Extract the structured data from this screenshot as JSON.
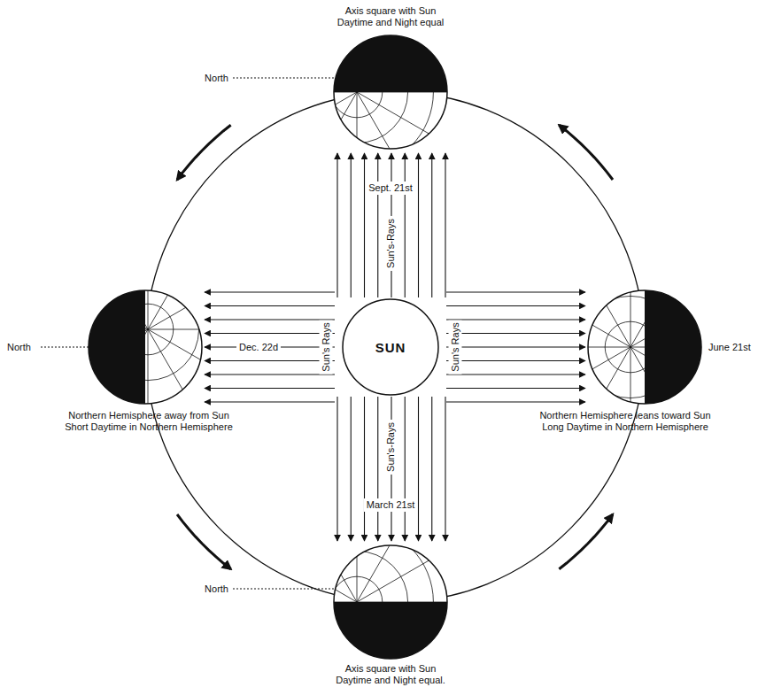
{
  "diagram": {
    "nodes": [
      {
        "text": [
          "SUN"
        ]
      }
    ],
    "labels": [
      "Axis square with Sun Daytime and Night equal",
      "North",
      "Sept. 21st",
      "Sun's-Rays",
      "North",
      "Dec. 22d",
      "Sun's Rays",
      "Sun's Rays",
      "June 21st",
      "Northern Hemisphere away from Sun Short Daytime in Northern Hemisphere",
      "Northern Hemisphere leans toward Sun Long Daytime in Northern Hemisphere",
      "Sun's-Rays",
      "March 21st",
      "North",
      "Axis square with Sun Daytime and Night equal."
    ]
  }
}
